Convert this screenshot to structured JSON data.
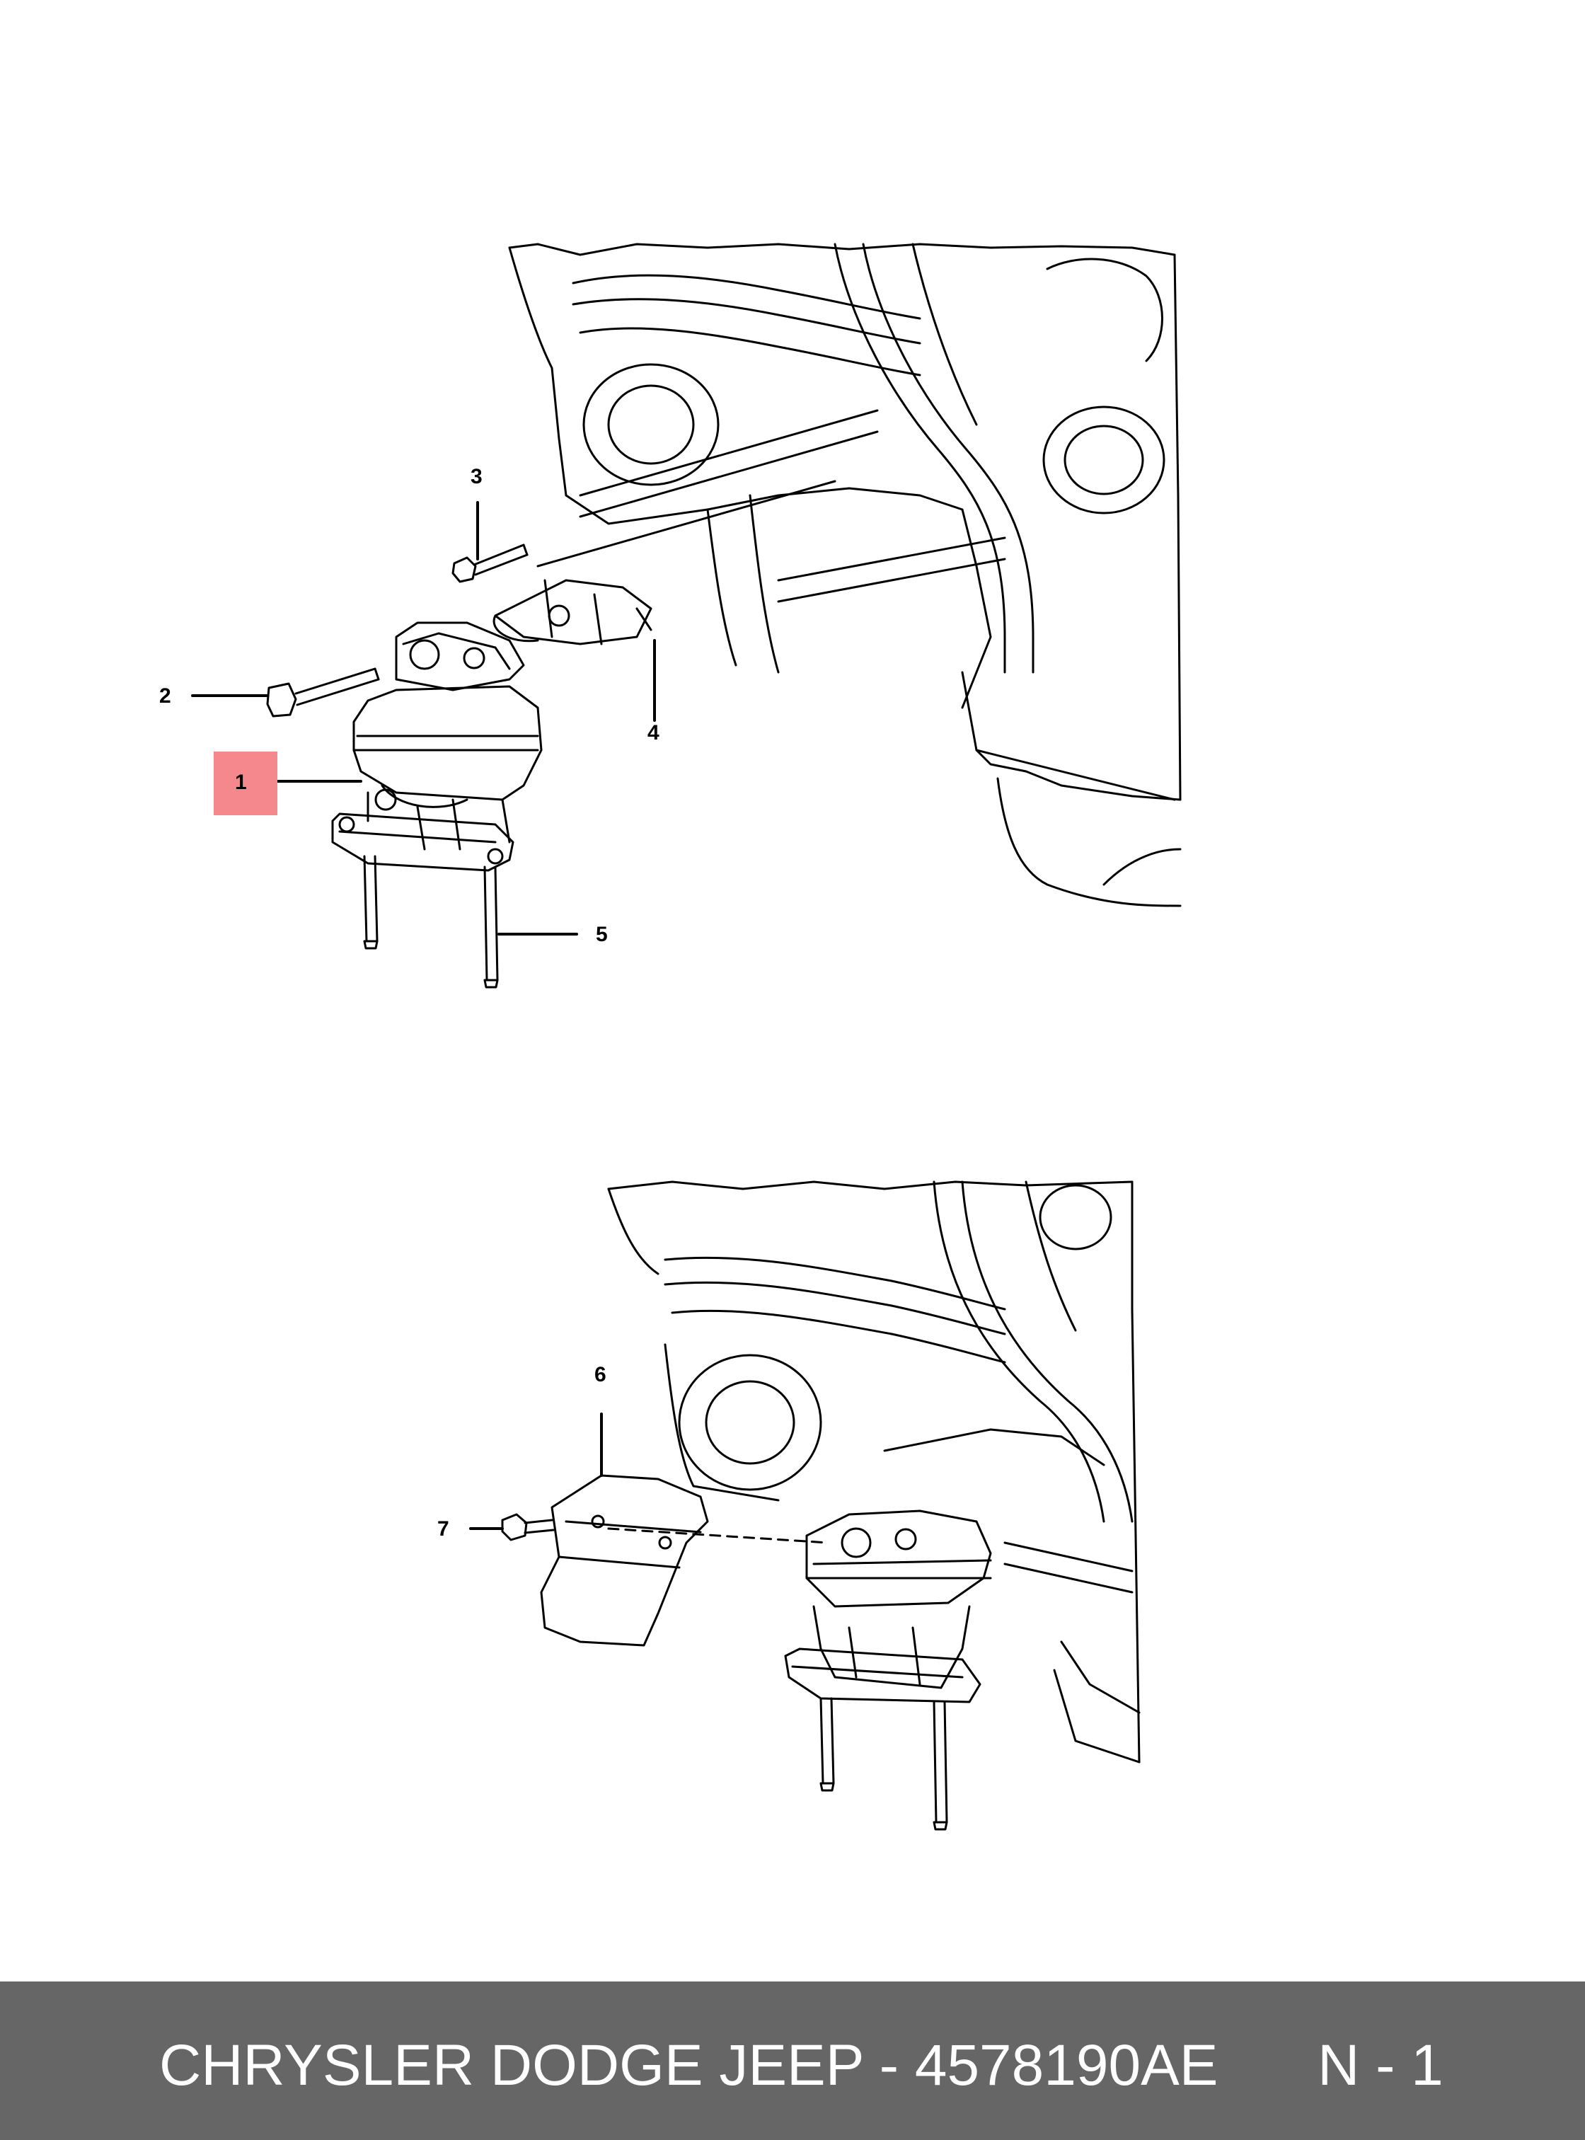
{
  "callouts": [
    {
      "id": "1",
      "label": "1",
      "highlighted": true
    },
    {
      "id": "2",
      "label": "2",
      "highlighted": false
    },
    {
      "id": "3",
      "label": "3",
      "highlighted": false
    },
    {
      "id": "4",
      "label": "4",
      "highlighted": false
    },
    {
      "id": "5",
      "label": "5",
      "highlighted": false
    },
    {
      "id": "6",
      "label": "6",
      "highlighted": false
    },
    {
      "id": "7",
      "label": "7",
      "highlighted": false
    }
  ],
  "footer": {
    "brand": "CHRYSLER DODGE JEEP",
    "separator": "-",
    "part_number": "4578190AE",
    "position_code": "N - 1"
  },
  "colors": {
    "highlight": "#f4888c",
    "footer_bg": "#666666",
    "footer_text": "#ffffff",
    "line_art": "#000000"
  }
}
